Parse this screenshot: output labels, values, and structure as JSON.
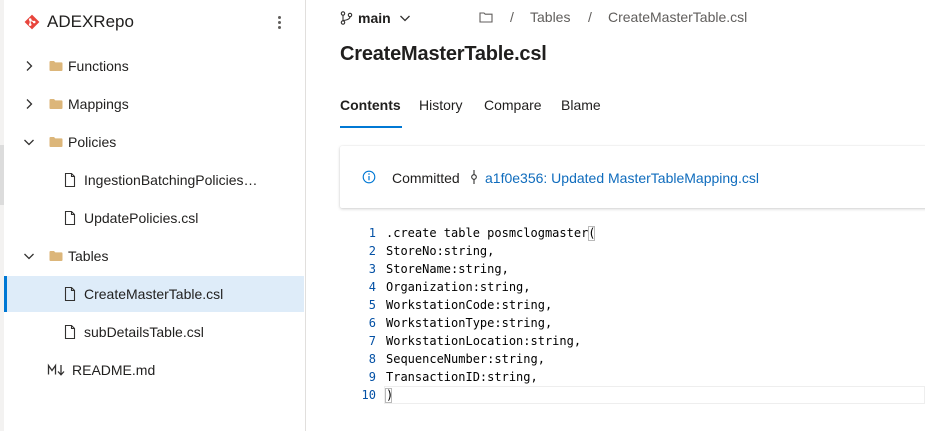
{
  "repo": {
    "name": "ADEXRepo"
  },
  "tree": {
    "items": [
      {
        "label": "Functions",
        "type": "folder",
        "expanded": false
      },
      {
        "label": "Mappings",
        "type": "folder",
        "expanded": false
      },
      {
        "label": "Policies",
        "type": "folder",
        "expanded": true
      },
      {
        "label": "IngestionBatchingPolicies…",
        "type": "file"
      },
      {
        "label": "UpdatePolicies.csl",
        "type": "file"
      },
      {
        "label": "Tables",
        "type": "folder",
        "expanded": true
      },
      {
        "label": "CreateMasterTable.csl",
        "type": "file",
        "selected": true
      },
      {
        "label": "subDetailsTable.csl",
        "type": "file"
      },
      {
        "label": "README.md",
        "type": "markdown"
      }
    ]
  },
  "header": {
    "branch": "main",
    "breadcrumb": {
      "sep": "/",
      "folder": "Tables",
      "file": "CreateMasterTable.csl"
    },
    "title": "CreateMasterTable.csl"
  },
  "tabs": [
    "Contents",
    "History",
    "Compare",
    "Blame"
  ],
  "commit": {
    "label": "Committed",
    "link": "a1f0e356: Updated MasterTableMapping.csl"
  },
  "code": {
    "lines": [
      {
        "num": "1",
        "text": ".create table posmclogmaster("
      },
      {
        "num": "2",
        "text": "StoreNo:string,"
      },
      {
        "num": "3",
        "text": "StoreName:string,"
      },
      {
        "num": "4",
        "text": "Organization:string,"
      },
      {
        "num": "5",
        "text": "WorkstationCode:string,"
      },
      {
        "num": "6",
        "text": "WorkstationType:string,"
      },
      {
        "num": "7",
        "text": "WorkstationLocation:string,"
      },
      {
        "num": "8",
        "text": "SequenceNumber:string,"
      },
      {
        "num": "9",
        "text": "TransactionID:string,"
      },
      {
        "num": "10",
        "text": ")"
      }
    ]
  },
  "colors": {
    "accent": "#0078d4",
    "selected_bg": "#deecf9",
    "link": "#0f6cbd",
    "folder": "#dcb67a",
    "brand": "#e8453c"
  }
}
